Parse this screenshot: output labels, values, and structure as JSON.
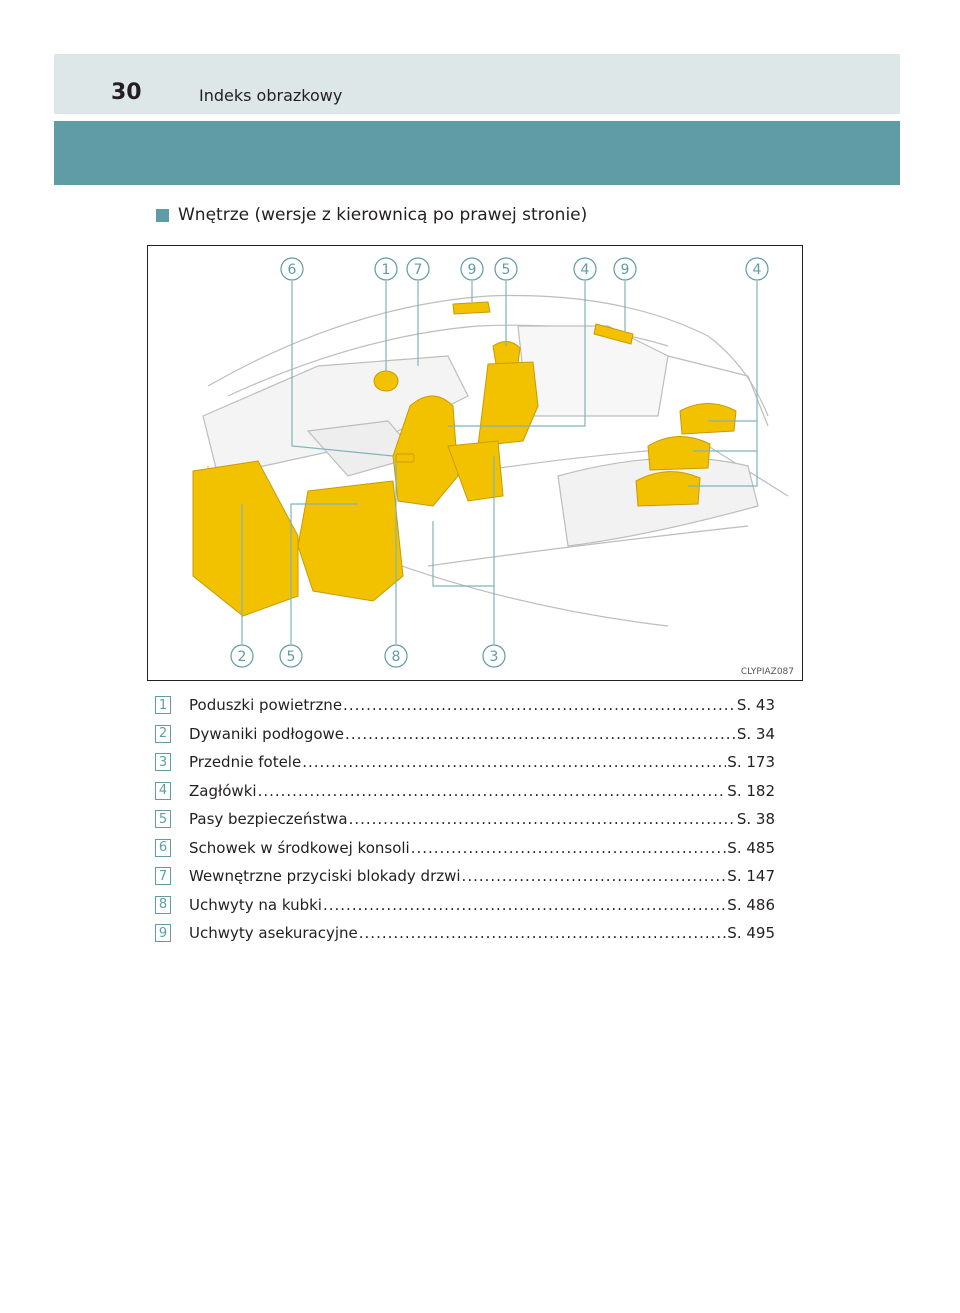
{
  "header": {
    "page_number": "30",
    "title": "Indeks obrazkowy"
  },
  "section": {
    "title": "Wnętrze (wersje z kierownicą po prawej stronie)"
  },
  "figure": {
    "code": "CLYPIAZ087",
    "top_callouts": [
      "6",
      "1",
      "7",
      "9",
      "5",
      "4",
      "9",
      "4"
    ],
    "bottom_callouts": [
      "2",
      "5",
      "8",
      "3"
    ],
    "colors": {
      "highlight": "#f2c200",
      "line": "#7fb3bb",
      "callout": "#5f9ca5"
    }
  },
  "items": [
    {
      "num": "1",
      "label": "Poduszki powietrzne",
      "page": "S. 43"
    },
    {
      "num": "2",
      "label": "Dywaniki podłogowe",
      "page": "S. 34"
    },
    {
      "num": "3",
      "label": "Przednie fotele",
      "page": "S. 173"
    },
    {
      "num": "4",
      "label": "Zagłówki",
      "page": "S. 182"
    },
    {
      "num": "5",
      "label": "Pasy bezpieczeństwa",
      "page": "S. 38"
    },
    {
      "num": "6",
      "label": "Schowek w środkowej konsoli",
      "page": "S. 485"
    },
    {
      "num": "7",
      "label": "Wewnętrzne przyciski blokady drzwi",
      "page": "S. 147"
    },
    {
      "num": "8",
      "label": "Uchwyty na kubki",
      "page": "S. 486"
    },
    {
      "num": "9",
      "label": "Uchwyty asekuracyjne",
      "page": "S. 495"
    }
  ]
}
